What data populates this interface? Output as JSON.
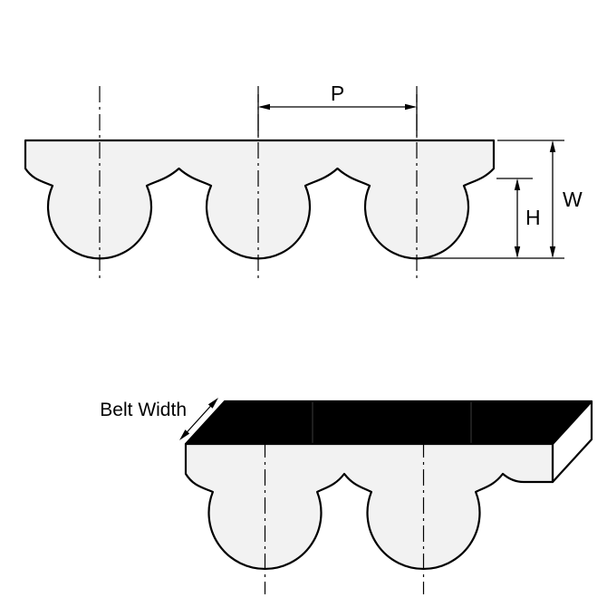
{
  "page": {
    "background": "#ffffff"
  },
  "diagram": {
    "labels": {
      "pitch": "P",
      "width": "W",
      "height": "H",
      "belt_width": "Belt Width"
    },
    "colors": {
      "line": "#000000",
      "belt_fill": "#f2f2f2",
      "top_face": "#000000",
      "side_face": "#ffffff"
    }
  }
}
